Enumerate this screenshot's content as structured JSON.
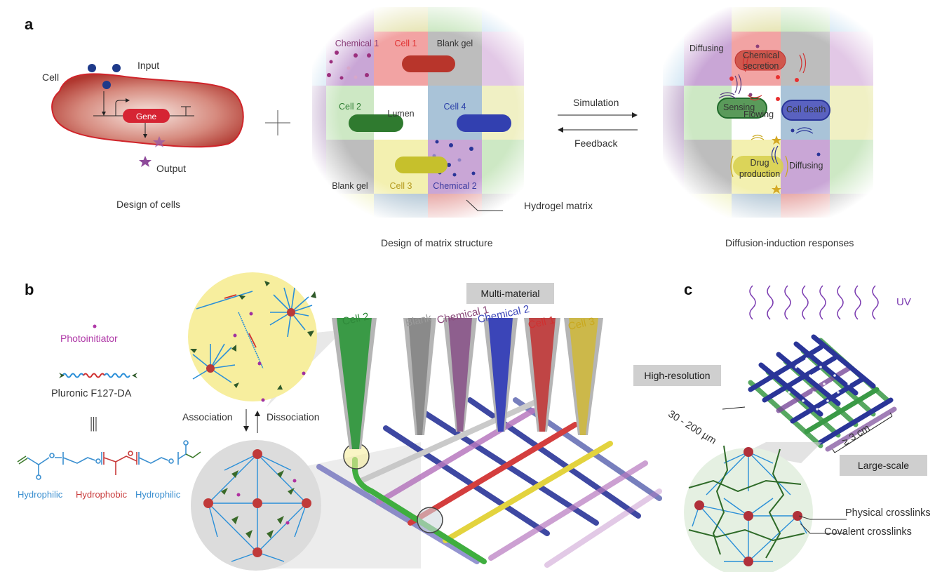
{
  "panels": {
    "a": {
      "letter": "a",
      "cell_design": {
        "cell_label": "Cell",
        "input_label": "Input",
        "gene_label": "Gene",
        "output_label": "Output",
        "caption": "Design of cells",
        "colors": {
          "cell": "#c0302f",
          "input_dot": "#1e3a8a",
          "output_star": "#8e4a9a",
          "gene": "#d62433"
        }
      },
      "plus_symbol": "+",
      "matrix": {
        "caption": "Design of matrix structure",
        "hydrogel_label": "Hydrogel matrix",
        "cells": [
          {
            "label": "Chemical 1",
            "color": "#c9a6d6",
            "text_color": "#8a3f7a"
          },
          {
            "label": "Cell 1",
            "color": "#f2a3a3",
            "text_color": "#e03131"
          },
          {
            "label": "Blank gel",
            "color": "#bdbdbd",
            "text_color": "#333333"
          },
          {
            "label": "Cell 2",
            "color": "#cde8c4",
            "text_color": "#2e7d32"
          },
          {
            "label": "Lumen",
            "color": "#ffffff",
            "text_color": "#333333"
          },
          {
            "label": "Cell 4",
            "color": "#a9c3d8",
            "text_color": "#2a3fa8"
          },
          {
            "label": "Blank gel",
            "color": "#bdbdbd",
            "text_color": "#333333"
          },
          {
            "label": "Cell 3",
            "color": "#f3f0b0",
            "text_color": "#b59a1e"
          },
          {
            "label": "Chemical 2",
            "color": "#c9a6d6",
            "text_color": "#3a3aa0"
          }
        ]
      },
      "arrows": {
        "forward": "Simulation",
        "backward": "Feedback"
      },
      "responses": {
        "caption": "Diffusion-induction responses",
        "labels": [
          "Diffusing",
          "Chemical secretion",
          "Sensing",
          "Flowing",
          "Cell death",
          "Drug production",
          "Diffusing"
        ]
      }
    },
    "b": {
      "letter": "b",
      "photoinitiator": "Photoinitiator",
      "polymer": "Pluronic F127-DA",
      "equiv": "|||",
      "blocks": [
        "Hydrophilic",
        "Hydrophobic",
        "Hydrophilic"
      ],
      "association": "Association",
      "dissociation": "Dissociation",
      "multi_material": "Multi-material",
      "nozzles": [
        {
          "label": "Cell 2",
          "color": "#3a9a46"
        },
        {
          "label": "Blank",
          "color": "#9a9a9a"
        },
        {
          "label": "Chemical 1",
          "color": "#8e5f8e"
        },
        {
          "label": "Chemical 2",
          "color": "#3b45b8"
        },
        {
          "label": "Cell 1",
          "color": "#d03a3a"
        },
        {
          "label": "Cell 3",
          "color": "#d8c03a"
        }
      ]
    },
    "c": {
      "letter": "c",
      "uv": "UV",
      "high_res": "High-resolution",
      "resolution": "30 - 200 µm",
      "scale": "≥ 3 cm",
      "large_scale": "Large-scale",
      "physical": "Physical crosslinks",
      "covalent": "Covalent crosslinks"
    }
  }
}
